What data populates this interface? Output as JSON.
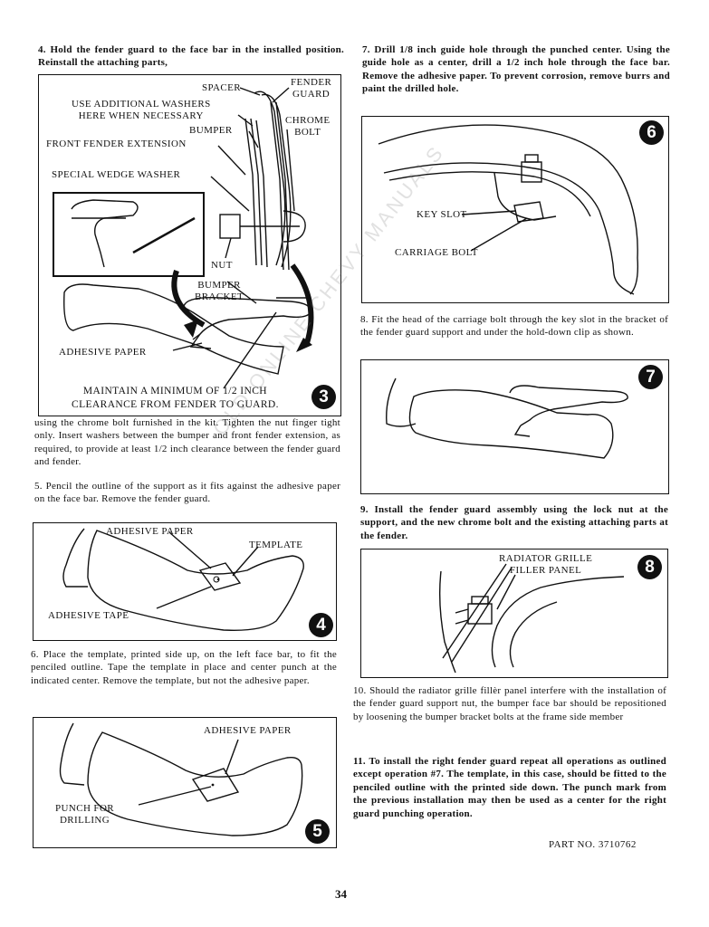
{
  "text": {
    "step4_intro": "4. Hold the fender guard to the face bar in the installed position. Reinstall the attaching parts,",
    "step4_cont": "using the chrome bolt furnished in the kit. Tighten the nut finger tight only. Insert washers between the bumper and front fender extension, as required, to provide at least 1/2 inch clearance between the fender guard and fender.",
    "step5": "5. Pencil the outline of the support as it fits against the adhesive paper on the face bar. Remove the fender guard.",
    "step6": "6. Place the template, printed side up, on the left face bar, to fit the penciled outline. Tape the template in place and center punch at the indicated center. Remove the template, but not the adhesive paper.",
    "step7": "7. Drill 1/8 inch guide hole through the punched center. Using the guide hole as a center, drill a 1/2 inch hole through the face bar. Remove the adhesive paper. To prevent corrosion, remove burrs and paint the drilled hole.",
    "step8": "8. Fit the head of the carriage bolt through the key slot in the bracket of the fender guard support and under the hold-down clip as shown.",
    "step9": "9. Install the fender guard assembly using the lock nut at the support, and the new chrome bolt and the existing attaching parts at the fender.",
    "step10": "10. Should the radiator grille fillèr panel interfere with the installation of the fender guard support nut, the bumper face bar should be repositioned by loosening the bumper bracket bolts at the frame side member",
    "step11": "11. To install the right fender guard repeat all operations as outlined except operation #7. The template, in this case, should be fitted to the penciled outline with the printed side down. The punch mark from the previous installation may then be used as a center for the right guard punching operation.",
    "part_no": "PART NO. 3710762",
    "page_number": "34",
    "watermark": "OLD ONLINE CHEVY MANUALS"
  },
  "figures": {
    "fig3": {
      "number": "3",
      "spacer": "SPACER",
      "fender_guard": "FENDER\nGUARD",
      "washers": "USE ADDITIONAL WASHERS\nHERE WHEN NECESSARY",
      "chrome_bolt": "CHROME\nBOLT",
      "bumper": "BUMPER",
      "front_fender_ext": "FRONT FENDER EXTENSION",
      "wedge_washer": "SPECIAL WEDGE WASHER",
      "nut": "NUT",
      "bumper_bracket": "BUMPER\nBRACKET",
      "adhesive_paper": "ADHESIVE PAPER",
      "clearance": "MAINTAIN A MINIMUM OF 1/2 INCH\nCLEARANCE FROM FENDER TO GUARD."
    },
    "fig4": {
      "number": "4",
      "adhesive_paper": "ADHESIVE PAPER",
      "template": "TEMPLATE",
      "adhesive_tape": "ADHESIVE TAPE"
    },
    "fig5": {
      "number": "5",
      "adhesive_paper": "ADHESIVE PAPER",
      "punch": "PUNCH FOR\nDRILLING"
    },
    "fig6": {
      "number": "6",
      "key_slot": "KEY SLOT",
      "carriage_bolt": "CARRIAGE BOLT"
    },
    "fig7": {
      "number": "7"
    },
    "fig8": {
      "number": "8",
      "radiator": "RADIATOR GRILLE\nFILLER PANEL"
    }
  }
}
